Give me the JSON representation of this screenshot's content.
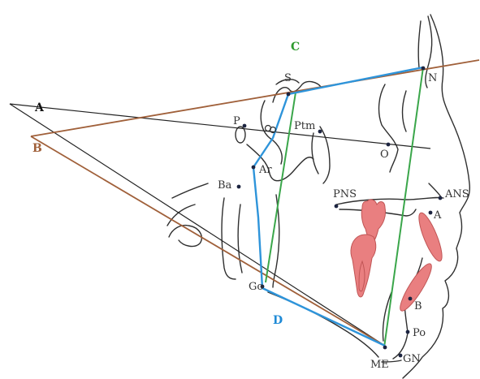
{
  "line_labels": {
    "A": {
      "text": "A",
      "color": "#111111"
    },
    "B": {
      "text": "B",
      "color": "#a0603a"
    },
    "C": {
      "text": "C",
      "color": "#2e9a2e"
    },
    "D": {
      "text": "D",
      "color": "#1f8ad6"
    }
  },
  "landmarks": {
    "S": "S",
    "N": "N",
    "P": "P",
    "Ptm": "Ptm",
    "O": "O",
    "Ar": "Ar",
    "Ba": "Ba",
    "PNS": "PNS",
    "ANS": "ANS",
    "A": "A",
    "B": "B",
    "Po": "Po",
    "Go": "Go",
    "ME": "ME",
    "GN": "GN"
  },
  "colors": {
    "plane_brown": "#a0603a",
    "polygon_blue": "#2e94da",
    "height_green": "#3aa64a",
    "teeth_pink": "#e97f80",
    "tracing": "#2f2f2f",
    "label_grey": "#333333"
  }
}
